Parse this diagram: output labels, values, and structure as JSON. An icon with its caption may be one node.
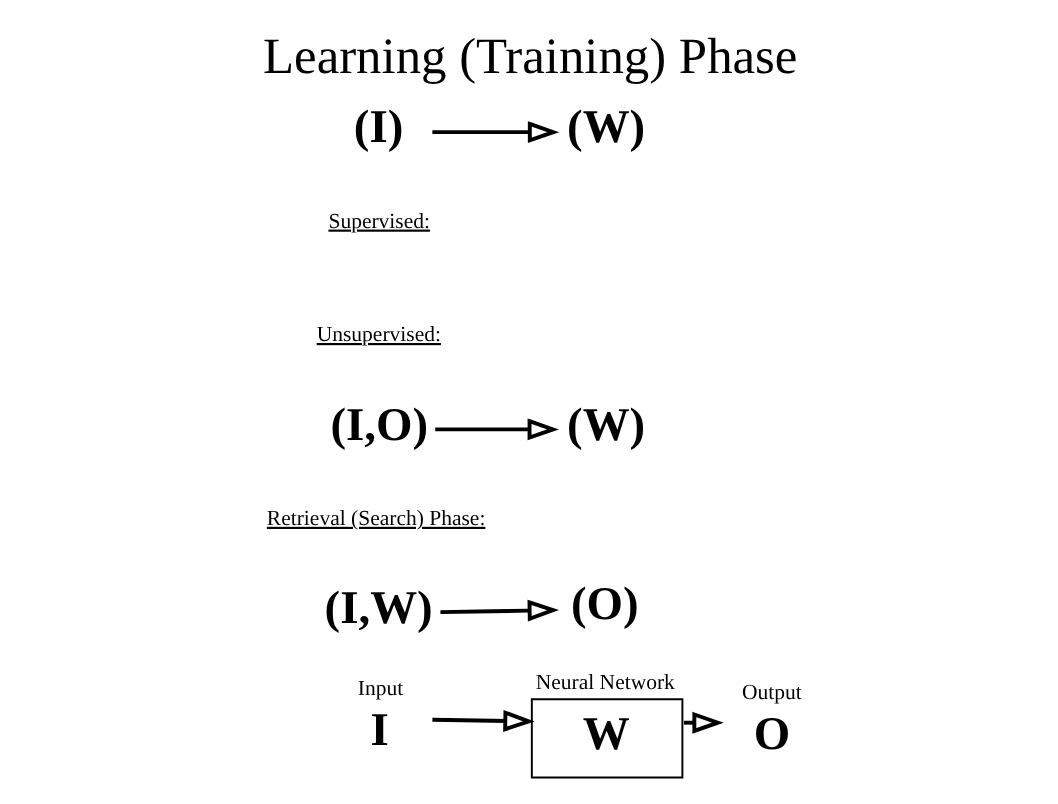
{
  "diagram": {
    "title": "Learning (Training) Phase",
    "nodes": [
      {
        "text": [
          "(I,O)"
        ]
      },
      {
        "text": [
          "(W)"
        ]
      },
      {
        "text": [
          "(I)"
        ]
      },
      {
        "text": [
          "(W)"
        ]
      },
      {
        "text": [
          "(I,W)"
        ]
      },
      {
        "text": [
          "(O)"
        ]
      },
      {
        "text": [
          "I"
        ],
        "beside": [
          "Input"
        ]
      },
      {
        "text": [
          "Neural Network",
          "W"
        ]
      },
      {
        "text": [
          "O"
        ],
        "beside": [
          "Output"
        ]
      }
    ],
    "edges": [
      {
        "from": 0,
        "to": 1,
        "arrow": "to"
      },
      {
        "from": 2,
        "to": 3,
        "arrow": "to"
      },
      {
        "from": 4,
        "to": 5,
        "arrow": "to"
      },
      {
        "from": 6,
        "to": 7,
        "arrow": "to"
      },
      {
        "from": 7,
        "to": 8,
        "arrow": "to"
      }
    ],
    "labels": [
      "Supervised:",
      "Unsupervised:",
      "Retrieval (Search) Phase:"
    ]
  }
}
